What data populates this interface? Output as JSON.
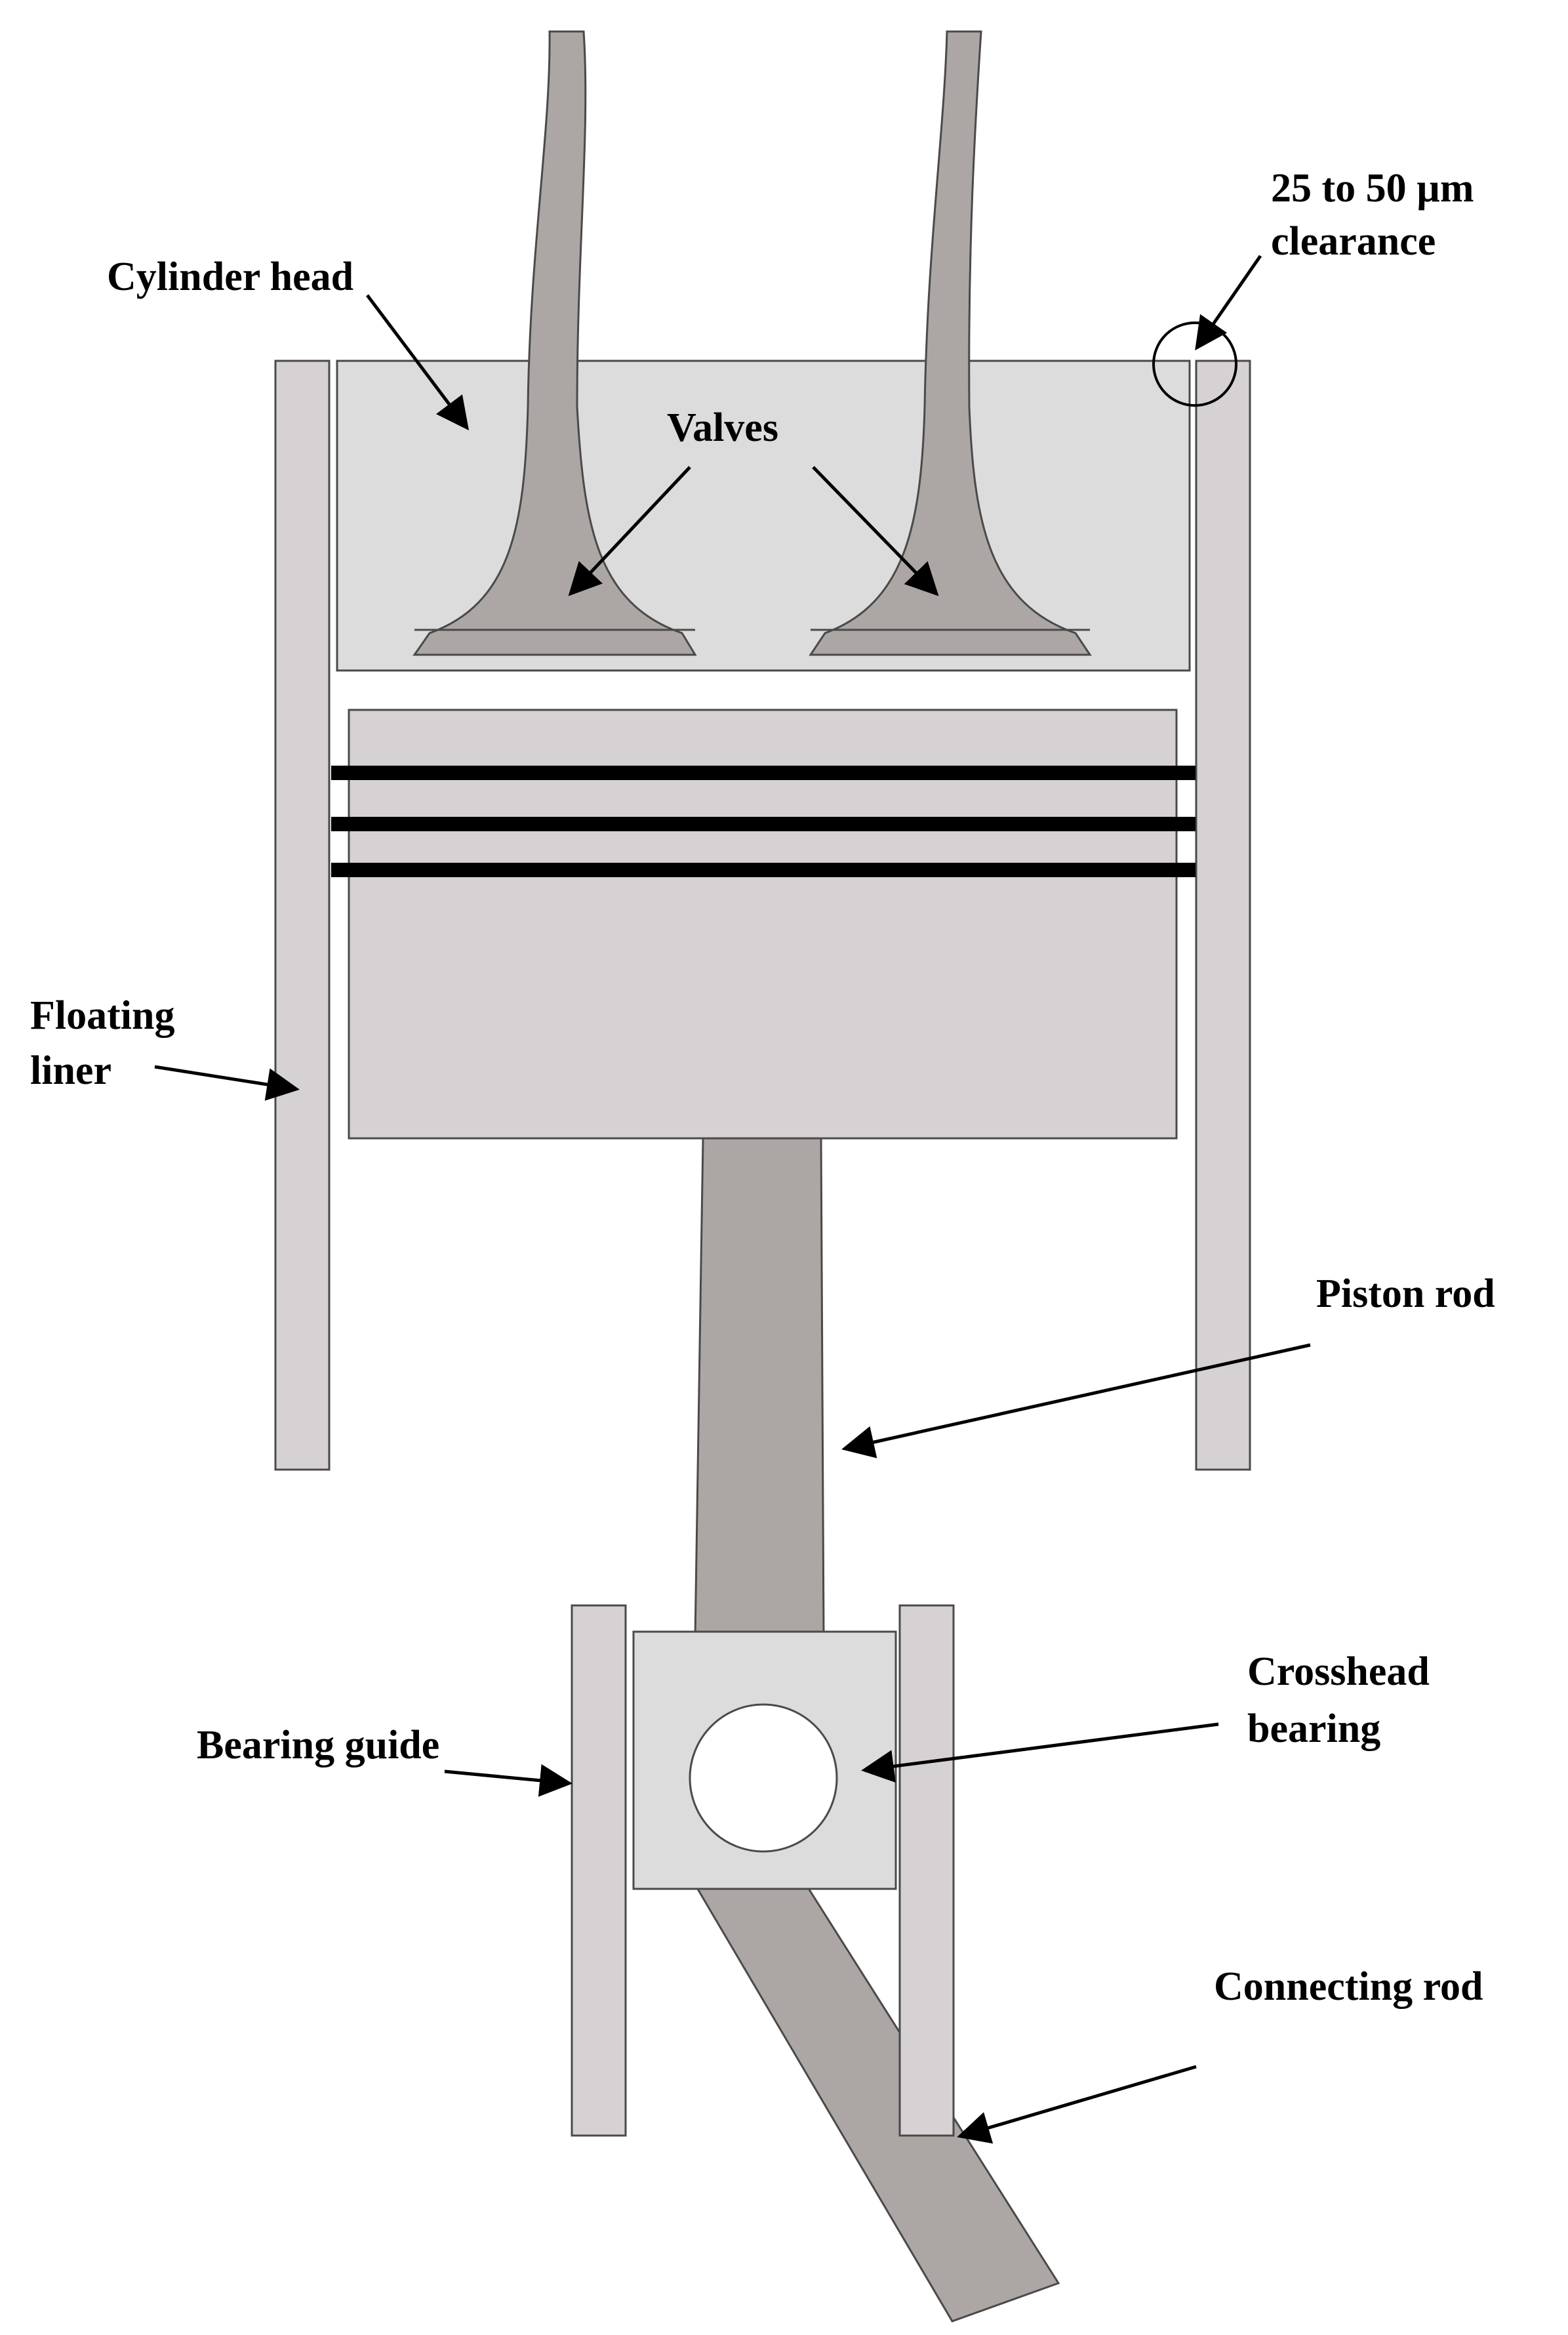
{
  "colors": {
    "liner": "#d6d2d3",
    "head": "#dcdcdc",
    "metal": "#aca7a5",
    "rings": "#000000",
    "outline": "#4a4a4a"
  },
  "labels": {
    "cylinder_head": "Cylinder head",
    "valves": "Valves",
    "clearance_line1": "25 to 50 µm",
    "clearance_line2": "clearance",
    "floating_liner_line1": "Floating",
    "floating_liner_line2": "liner",
    "piston_rod": "Piston rod",
    "crosshead_bearing_line1": "Crosshead",
    "crosshead_bearing_line2": "bearing",
    "bearing_guide": "Bearing guide",
    "connecting_rod": "Connecting rod"
  }
}
